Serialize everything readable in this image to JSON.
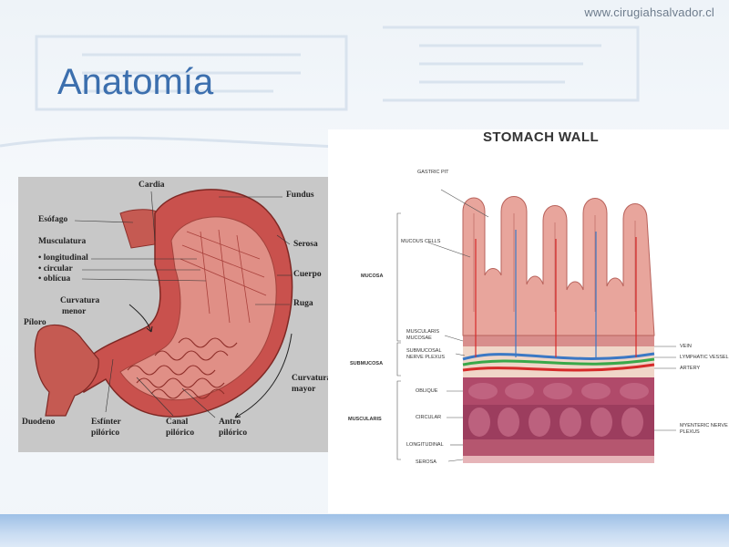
{
  "header": {
    "website": "www.cirugiahsalvador.cl",
    "title": "Anatomía"
  },
  "stomach_figure": {
    "labels": {
      "cardia": "Cardia",
      "fundus": "Fundus",
      "esofago": "Esófago",
      "serosa": "Serosa",
      "musculatura": "Musculatura",
      "longitudinal": "• longitudinal",
      "circular": "• circular",
      "obliqua": "• oblícua",
      "cuerpo": "Cuerpo",
      "curvatura_menor_1": "Curvatura",
      "curvatura_menor_2": "menor",
      "ruga": "Ruga",
      "piloro": "Píloro",
      "curvatura_mayor_1": "Curvatura",
      "curvatura_mayor_2": "mayor",
      "duodeno": "Duodeno",
      "esfinter_1": "Esfínter",
      "esfinter_2": "pilórico",
      "canal_1": "Canal",
      "canal_2": "pilórico",
      "antro_1": "Antro",
      "antro_2": "pilórico"
    },
    "colors": {
      "muscle": "#c9514d",
      "mucosa": "#e08f86",
      "background": "#c8c8c8"
    }
  },
  "wall_figure": {
    "title": "STOMACH WALL",
    "labels": {
      "gastric_pit": "GASTRIC PIT",
      "mucous_cells": "MUCOUS CELLS",
      "mucosa": "MUCOSA",
      "muscularis_mucosae_1": "MUSCULARIS",
      "muscularis_mucosae_2": "MUCOSAE",
      "submucosal_plexus_1": "SUBMUCOSAL",
      "submucosal_plexus_2": "NERVE PLEXUS",
      "submucosa": "SUBMUCOSA",
      "oblique": "OBLIQUE",
      "circular": "CIRCULAR",
      "muscularis": "MUSCULARIS",
      "longitudinal": "LONGITUDINAL",
      "serosa": "SEROSA",
      "vein": "VEIN",
      "lymphatic": "LYMPHATIC VESSEL",
      "artery": "ARTERY",
      "myenteric_1": "MYENTERIC NERVE",
      "myenteric_2": "PLEXUS"
    },
    "colors": {
      "vein": "#3b78c4",
      "artery": "#d62a2a",
      "lymphatic": "#3aa84a"
    }
  }
}
